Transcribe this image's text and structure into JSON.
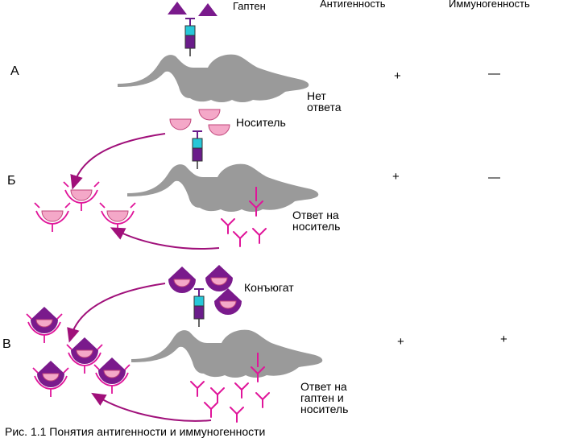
{
  "header": {
    "hapten_label": "Гаптен",
    "col_antigenicity": "Антигенность",
    "col_immunogenicity": "Иммуногенность"
  },
  "rows": {
    "a": {
      "letter": "А",
      "antigenicity": "+",
      "immunogenicity": "—",
      "label_line1": "Нет",
      "label_line2": "ответа"
    },
    "b": {
      "letter": "Б",
      "antigenicity": "+",
      "immunogenicity": "—",
      "carrier_label": "Носитель",
      "label_line1": "Ответ на",
      "label_line2": "носитель"
    },
    "c": {
      "letter": "В",
      "antigenicity": "+",
      "immunogenicity": "+",
      "conjugate_label": "Конъюгат",
      "label_line1": "Ответ на",
      "label_line2": "гаптен и",
      "label_line3": "носитель"
    }
  },
  "caption": "Рис. 1.1 Понятия антигенности и иммуногенности",
  "colors": {
    "hapten": "#7a1a8c",
    "carrier": "#f4a8c8",
    "antibody": "#e0159a",
    "arrow": "#a0107a",
    "mouse": "#9a9a9a",
    "syringe_barrel": "#27c7d8",
    "syringe_plunger": "#6a1c8a"
  }
}
